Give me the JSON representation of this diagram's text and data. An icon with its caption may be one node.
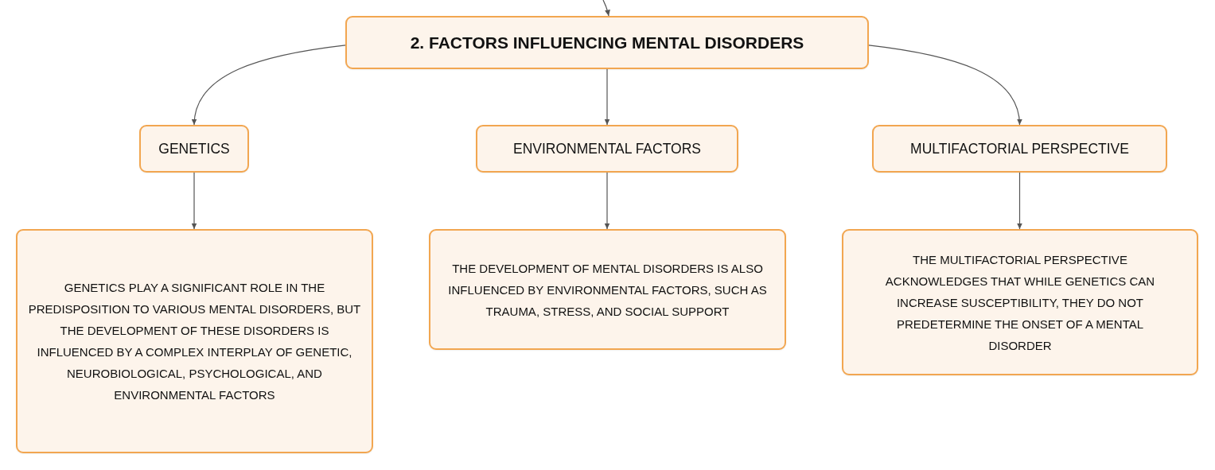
{
  "diagram": {
    "nodes": [
      {
        "text": [
          "2. FACTORS INFLUENCING MENTAL DISORDERS"
        ]
      },
      {
        "text": [
          "GENETICS"
        ]
      },
      {
        "text": [
          "ENVIRONMENTAL FACTORS"
        ]
      },
      {
        "text": [
          "MULTIFACTORIAL PERSPECTIVE"
        ]
      },
      {
        "text": [
          "GENETICS PLAY A SIGNIFICANT ROLE IN THE PREDISPOSITION TO VARIOUS MENTAL DISORDERS, BUT THE DEVELOPMENT OF THESE DISORDERS IS INFLUENCED BY A COMPLEX INTERPLAY OF GENETIC, NEUROBIOLOGICAL, PSYCHOLOGICAL, AND ENVIRONMENTAL FACTORS"
        ]
      },
      {
        "text": [
          "THE DEVELOPMENT OF MENTAL DISORDERS IS ALSO INFLUENCED BY ENVIRONMENTAL FACTORS, SUCH AS TRAUMA, STRESS, AND SOCIAL SUPPORT"
        ]
      },
      {
        "text": [
          "THE MULTIFACTORIAL PERSPECTIVE ACKNOWLEDGES THAT WHILE GENETICS CAN INCREASE SUSCEPTIBILITY, THEY DO NOT PREDETERMINE THE ONSET OF A MENTAL DISORDER"
        ]
      }
    ],
    "edges": [
      {
        "from": null,
        "to": 0,
        "arrow": "to"
      },
      {
        "from": 0,
        "to": 1,
        "arrow": "to"
      },
      {
        "from": 0,
        "to": 2,
        "arrow": "to"
      },
      {
        "from": 0,
        "to": 3,
        "arrow": "to"
      },
      {
        "from": 1,
        "to": 4,
        "arrow": "to"
      },
      {
        "from": 2,
        "to": 5,
        "arrow": "to"
      },
      {
        "from": 3,
        "to": 6,
        "arrow": "to"
      }
    ]
  }
}
